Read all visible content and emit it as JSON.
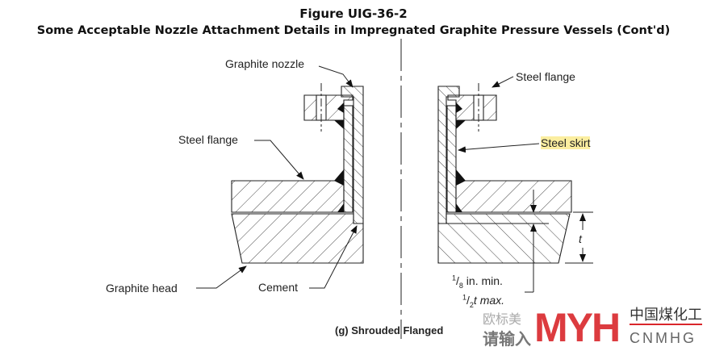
{
  "figure": {
    "title": "Figure UIG-36-2",
    "subtitle": "Some Acceptable Nozzle Attachment Details in Impregnated Graphite Pressure Vessels (Cont'd)",
    "caption": "(g) Shrouded Flanged"
  },
  "labels": {
    "graphite_nozzle": "Graphite nozzle",
    "steel_flange_top": "Steel flange",
    "steel_flange_left": "Steel flange",
    "steel_skirt": "Steel skirt",
    "graphite_head": "Graphite head",
    "cement": "Cement",
    "dim_t": "t",
    "min_num": "1",
    "min_den": "8",
    "min_text": " in. min.",
    "max_num": "1",
    "max_den": "2",
    "max_text": "t max."
  },
  "watermark": {
    "logo": "MYH",
    "cn_name": "中国煤化工",
    "en_name": "CNMHG",
    "overlay1": "欧标美",
    "overlay2": "请输入",
    "accent": "#d9262b"
  }
}
